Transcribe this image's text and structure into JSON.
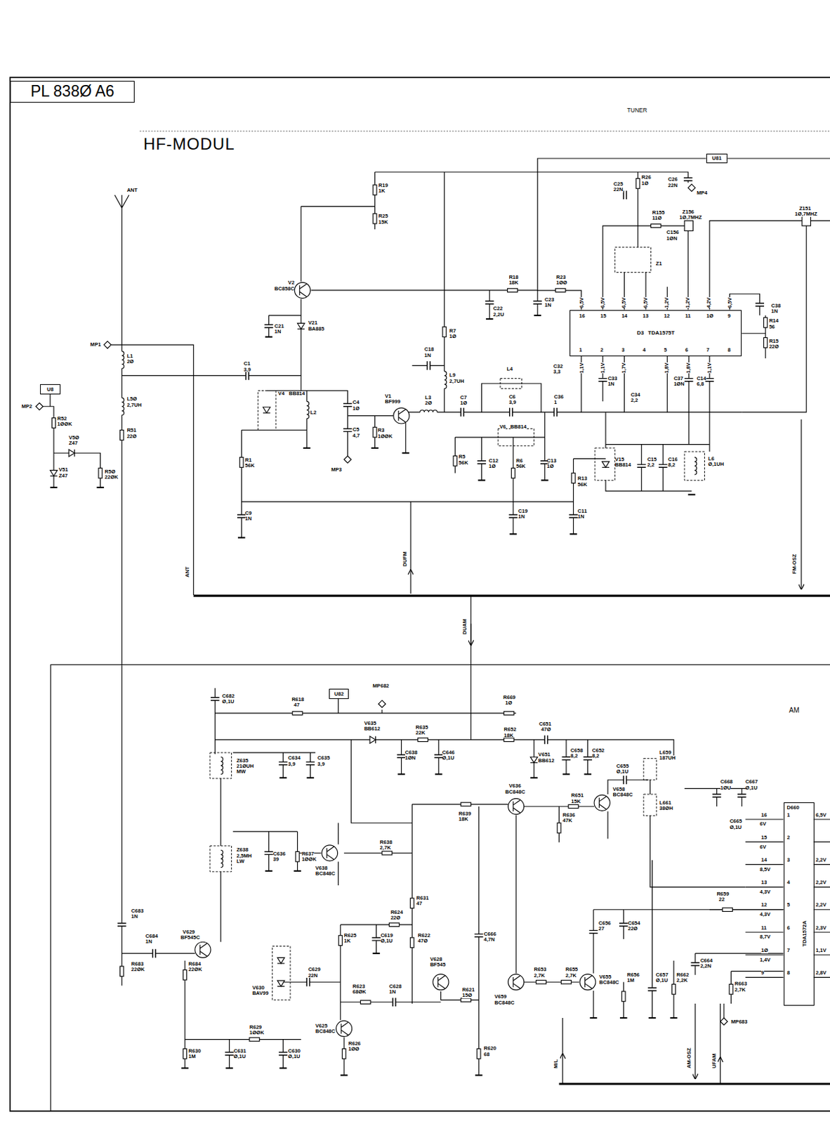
{
  "diagram": {
    "nodes": [
      {
        "text": [
          "PL 838Ø A6"
        ]
      },
      {
        "text": [
          "D3",
          "TDA1575T"
        ]
      },
      {
        "text": [
          "U81"
        ]
      },
      {
        "text": [
          "U8"
        ]
      },
      {
        "text": [
          "AM"
        ]
      },
      {
        "text": [
          "U82"
        ],
        "in": 4
      },
      {
        "text": [
          "D660",
          "TDA1572A"
        ],
        "in": 4
      }
    ],
    "edges": [
      {
        "from": 2,
        "to": 1,
        "arrow": "none"
      }
    ],
    "labels": [
      "TUNER",
      "HF-MODUL",
      "ANT",
      "MP1",
      "L1",
      "2Ø",
      "L5Ø",
      "2,7UH",
      "R51",
      "22Ø",
      "MP2",
      "R52",
      "1ØØK",
      "V5Ø",
      "Z47",
      "V51",
      "Z47",
      "R5Ø",
      "22ØK",
      "C1",
      "3,9",
      "R19",
      "1K",
      "R25",
      "15K",
      "V2",
      "BC858C",
      "C21",
      "1N",
      "V21",
      "BA885",
      "V4",
      "BB814",
      "L2",
      "C4",
      "1Ø",
      "C5",
      "4,7",
      "MP3",
      "R1",
      "56K",
      "C9",
      "1N",
      "V1",
      "BF999",
      "R3",
      "1ØØK",
      "L3",
      "2Ø",
      "C7",
      "1Ø",
      "R7",
      "1Ø",
      "C18",
      "1N",
      "L9",
      "2,7UH",
      "L4",
      "C6",
      "3,9",
      "V6",
      "BB814",
      "C32",
      "3,3",
      "C36",
      "1",
      "R5",
      "56K",
      "C12",
      "1Ø",
      "R6",
      "56K",
      "C13",
      "1Ø",
      "C19",
      "1N",
      "C11",
      "1N",
      "R13",
      "56K",
      "V15",
      "BB814",
      "C15",
      "2,2",
      "C16",
      "8,2",
      "L6",
      "Ø,1UH",
      "C33",
      "1N",
      "C34",
      "2,2",
      "C37",
      "1ØN",
      "C14",
      "6,8",
      "R18",
      "18K",
      "R23",
      "1ØØ",
      "C22",
      "2,2U",
      "C23",
      "1N",
      "R26",
      "1Ø",
      "C25",
      "22N",
      "C26",
      "22N",
      "MP4",
      "R155",
      "11Ø",
      "Z156",
      "1Ø,7MHZ",
      "C156",
      "1ØN",
      "Z1",
      "Z151",
      "1Ø,7MHZ",
      "C38",
      "1N",
      "R14",
      "56",
      "R15",
      "22Ø",
      "16",
      "15",
      "14",
      "13",
      "12",
      "11",
      "1Ø",
      "9",
      "1",
      "2",
      "3",
      "4",
      "5",
      "6",
      "7",
      "8",
      "6,5V",
      "6,5V",
      "6,5V",
      "6,5V",
      "1,2V",
      "1,2V",
      "4,2V",
      "6,5V",
      "1,1V",
      "1,1V",
      "1,7V",
      "1,8V",
      "1,8V",
      "1,1V",
      "ANT",
      "DUFM",
      "FM-OSZ",
      "DUAM",
      "C682",
      "Ø,1U",
      "R618",
      "47",
      "MP682",
      "R669",
      "1Ø",
      "V635",
      "BB612",
      "R635",
      "22K",
      "R652",
      "18K",
      "C651",
      "47Ø",
      "C634",
      "3,9",
      "C635",
      "3,9",
      "Z635",
      "21ØUH",
      "MW",
      "C638",
      "1ØN",
      "C646",
      "Ø,1U",
      "V651",
      "BB612",
      "C658",
      "8,2",
      "C652",
      "8,2",
      "C655",
      "Ø,1U",
      "L659",
      "187UH",
      "L661",
      "38ØH",
      "V636",
      "BC848C",
      "R651",
      "15K",
      "V658",
      "BC848C",
      "R639",
      "18K",
      "R636",
      "47K",
      "Z638",
      "2,5MH",
      "LW",
      "C636",
      "39",
      "R637",
      "1ØØK",
      "V638",
      "BC848C",
      "R638",
      "2,7K",
      "R631",
      "47",
      "R624",
      "22Ø",
      "R625",
      "1K",
      "C619",
      "Ø,1U",
      "R622",
      "47Ø",
      "C683",
      "1N",
      "C684",
      "1N",
      "V629",
      "BF545C",
      "R684",
      "22ØK",
      "R683",
      "22ØK",
      "V630",
      "BAV99",
      "C629",
      "22N",
      "R623",
      "68ØK",
      "C628",
      "1N",
      "V628",
      "BF545",
      "R621",
      "15Ø",
      "C666",
      "4,7N",
      "V625",
      "BC848C",
      "R626",
      "1ØØ",
      "R629",
      "1ØØK",
      "R630",
      "1M",
      "C631",
      "Ø,1U",
      "C630",
      "Ø,1U",
      "R620",
      "68",
      "V659",
      "BC848C",
      "R653",
      "2,7K",
      "R655",
      "2,7K",
      "V655",
      "BC848C",
      "R656",
      "1M",
      "C656",
      "27",
      "C654",
      "22Ø",
      "C657",
      "Ø,1U",
      "R662",
      "2,2K",
      "C664",
      "2,2N",
      "R663",
      "2,7K",
      "MP683",
      "R659",
      "22",
      "C668",
      "1ØU",
      "C667",
      "Ø,1U",
      "C665",
      "Ø,1U",
      "16",
      "15",
      "14",
      "13",
      "12",
      "11",
      "1Ø",
      "9",
      "6V",
      "6V",
      "8,5V",
      "4,3V",
      "4,3V",
      "8,7V",
      "1,4V",
      "1",
      "2",
      "3",
      "4",
      "5",
      "6",
      "7",
      "8",
      "6,5V",
      "2,2V",
      "2,2V",
      "2,2V",
      "2,3V",
      "1,1V",
      "2,8V",
      "M/L",
      "AM-OSZ",
      "UFAM"
    ]
  }
}
